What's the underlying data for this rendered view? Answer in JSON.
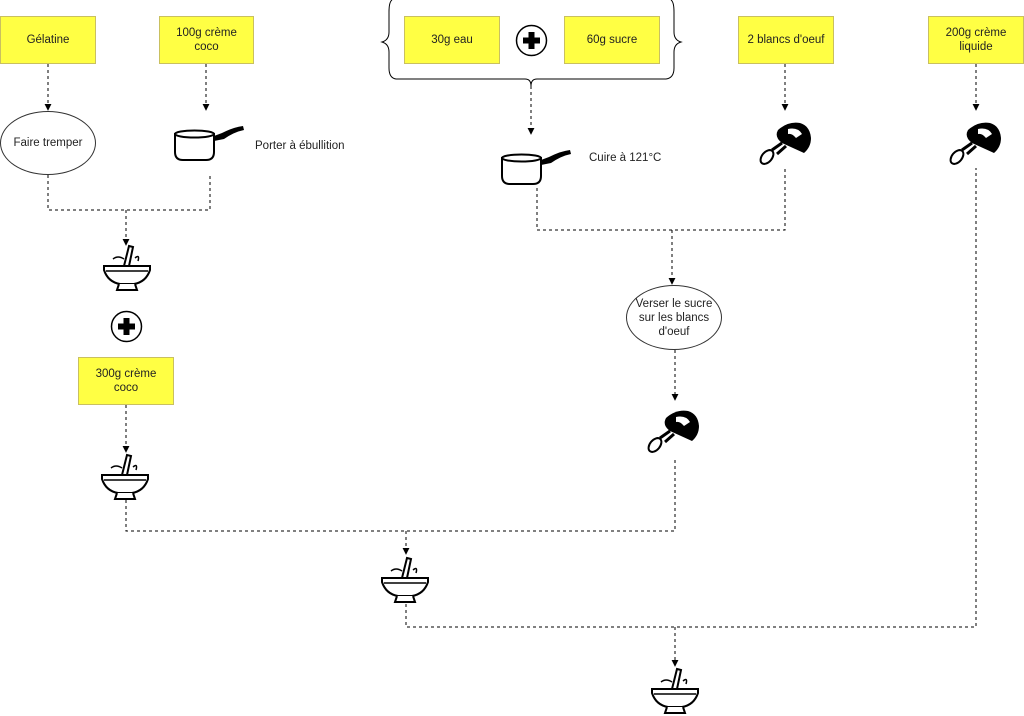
{
  "ingredients": {
    "gelatine": "Gélatine",
    "creme_coco_100": "100g crème coco",
    "eau_30": "30g eau",
    "sucre_60": "60g sucre",
    "blancs": "2 blancs d'oeuf",
    "creme_liquide": "200g crème liquide",
    "creme_coco_300": "300g crème coco"
  },
  "steps": {
    "faire_tremper": "Faire tremper",
    "porter_ebullition": "Porter à ébullition",
    "cuire": "Cuire à 121°C",
    "verser": "Verser le sucre sur les blancs d'oeuf"
  },
  "icons": {
    "saucepan": "saucepan-icon",
    "mixer": "hand-mixer-icon",
    "bowl": "mixing-bowl-icon",
    "plus": "plus-icon"
  },
  "colors": {
    "ingredient_fill": "#ffff44",
    "ingredient_border": "#c9c060",
    "line": "#000000"
  }
}
